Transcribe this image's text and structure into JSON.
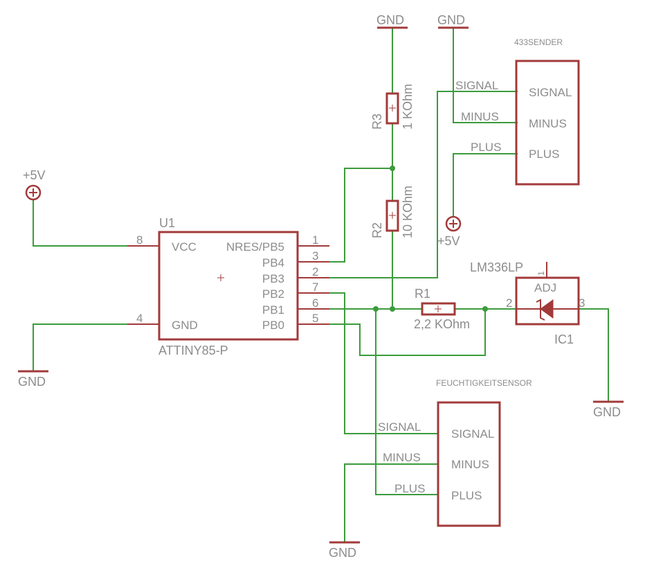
{
  "ic_u1": {
    "ref": "U1",
    "value": "ATTINY85-P",
    "pins_left": [
      {
        "num": "8",
        "name": "VCC"
      },
      {
        "num": "4",
        "name": "GND"
      }
    ],
    "pins_right": [
      {
        "num": "1",
        "name": "NRES/PB5"
      },
      {
        "num": "3",
        "name": "PB4"
      },
      {
        "num": "2",
        "name": "PB3"
      },
      {
        "num": "7",
        "name": "PB2"
      },
      {
        "num": "6",
        "name": "PB1"
      },
      {
        "num": "5",
        "name": "PB0"
      }
    ]
  },
  "resistors": {
    "r3": {
      "ref": "R3",
      "value": "1 KOhm"
    },
    "r2": {
      "ref": "R2",
      "value": "10 KOhm"
    },
    "r1": {
      "ref": "R1",
      "value": "2,2 KOhm"
    }
  },
  "ic1": {
    "ref": "IC1",
    "value": "LM336LP",
    "adj": "ADJ",
    "pin_adj": "1",
    "pin_left": "2",
    "pin_right": "3"
  },
  "sender": {
    "title": "433SENDER",
    "pins": [
      "SIGNAL",
      "MINUS",
      "PLUS"
    ],
    "nets": [
      "SIGNAL",
      "MINUS",
      "PLUS"
    ]
  },
  "sensor": {
    "title": "FEUCHTIGKEITSENSOR",
    "pins": [
      "SIGNAL",
      "MINUS",
      "PLUS"
    ],
    "nets": [
      "SIGNAL",
      "MINUS",
      "PLUS"
    ]
  },
  "power": {
    "vcc_left": "+5V",
    "vcc_mid": "+5V",
    "gnd_top_left": "GND",
    "gnd_top_right": "GND",
    "gnd_left": "GND",
    "gnd_right": "GND",
    "gnd_bottom": "GND"
  },
  "colors": {
    "wire": "#3c9b3c",
    "symbol": "#a23a3a",
    "text": "#8c8c8c"
  }
}
